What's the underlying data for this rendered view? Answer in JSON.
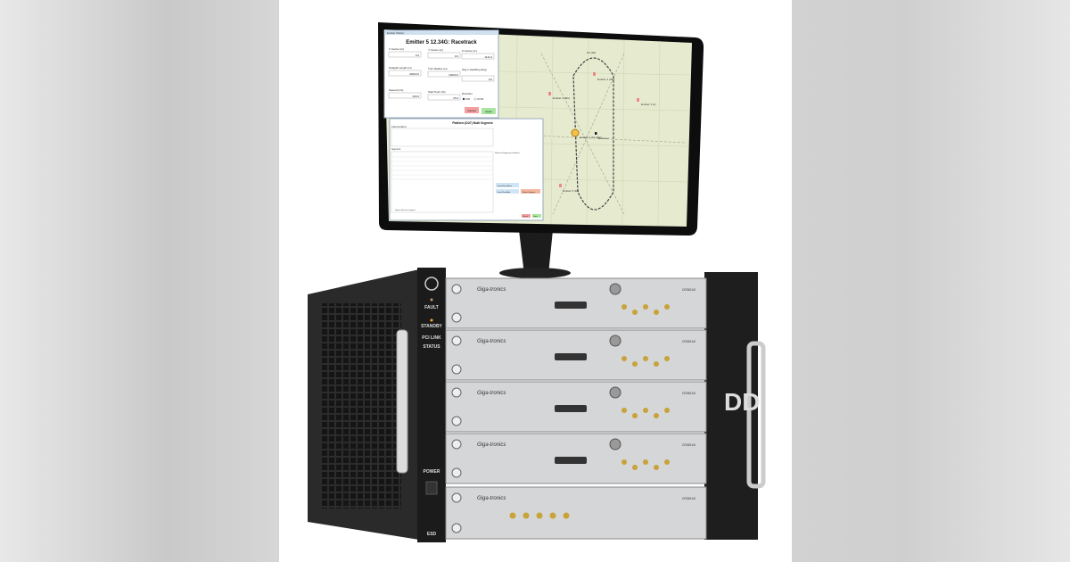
{
  "monitor": {
    "dialog_emitter": {
      "window_title": "Emitter Motion",
      "title": "Emitter 5 12.34G: Racetrack",
      "fields": [
        {
          "label": "X Center (m)",
          "value": "0.0"
        },
        {
          "label": "Y Center (m)",
          "value": "0.0"
        },
        {
          "label": "Z Center (m)",
          "value": "1111.0"
        },
        {
          "label": "Straight Length (m)",
          "value": "30000.0"
        },
        {
          "label": "Turn Radius (m)",
          "value": "10000.0"
        },
        {
          "label": "Seg 1 Heading (deg)",
          "value": "0.0"
        },
        {
          "label": "Speed (m/s)",
          "value": "400.0"
        },
        {
          "label": "Start Point (%)",
          "value": "25.0"
        }
      ],
      "direction_label": "Direction",
      "direction_options": [
        "CW",
        "CCW"
      ],
      "direction_selected": "CW",
      "cancel_label": "Cancel",
      "apply_label": "Apply"
    },
    "dialog_platform": {
      "title": "Platform (DUT) Multi Segment",
      "initial_conditions_label": "Initial Conditions",
      "segments_label": "Segments",
      "selected_segment_label": "Selected Segment Definition",
      "insert_before_label": "Insert New Before",
      "insert_after_label": "Insert New After",
      "delete_label": "Delete Segment",
      "repeat_label": "Repeat after last segment",
      "cancel_label": "Cancel",
      "ok_label": "Done"
    },
    "map": {
      "background": "#e6ebcf",
      "track_label": "0.0 (kft)",
      "markers": [
        {
          "label": "Emitter 2 (4G)"
        },
        {
          "label": "Emitter 4 (8G)"
        },
        {
          "label": "Emitter 3 (1)"
        },
        {
          "label": "Emitter 1 (12.34G)"
        },
        {
          "label": "Receiver"
        },
        {
          "label": "Emitter 5 (18)"
        }
      ]
    }
  },
  "chassis": {
    "indicators": [
      "FAULT",
      "STANDBY",
      "PCI LINK",
      "STATUS",
      "POWER",
      "ESD"
    ],
    "brand": "Giga-tronics",
    "modules": [
      {
        "model": "GS5018"
      },
      {
        "model": "GS5018"
      },
      {
        "model": "GS5018"
      },
      {
        "model": "GS5018"
      },
      {
        "model": "GS5018"
      }
    ]
  }
}
